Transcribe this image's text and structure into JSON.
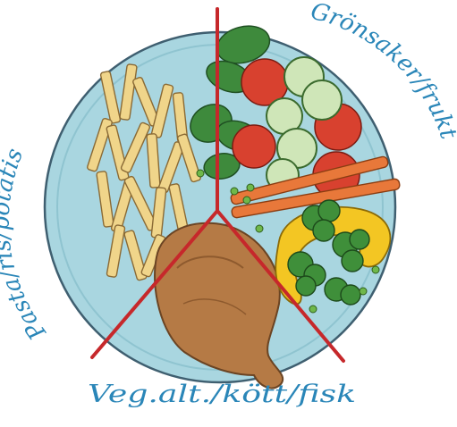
{
  "labels": {
    "left": "Pasta/ris/potatis",
    "right": "Grönsaker/frukt",
    "bottom": "Veg.alt./kött/fisk"
  },
  "colors": {
    "plate": "#a9d6e0",
    "plate_outline": "#3f5f70",
    "divider": "#c6282b",
    "text": "#2a86b8"
  }
}
